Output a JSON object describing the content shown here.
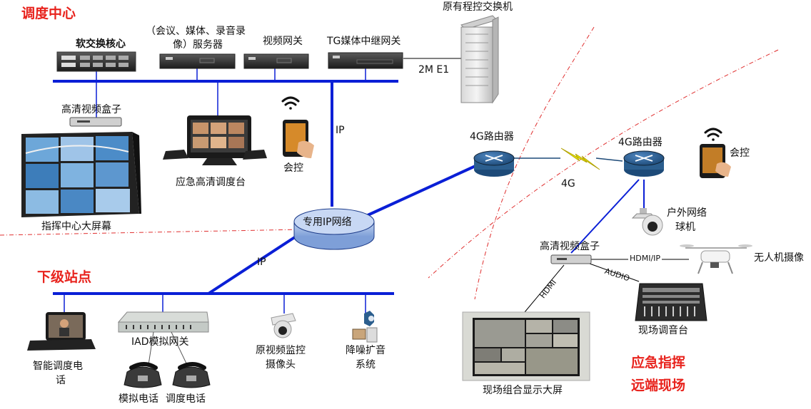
{
  "sections": {
    "dispatch_center": "调度中心",
    "substation": "下级站点",
    "remote_site_line1": "应急指挥",
    "remote_site_line2": "远端现场"
  },
  "labels": {
    "softswitch": "软交换核心",
    "media_server_line1": "（会议、媒体、录音录",
    "media_server_line2": "像）服务器",
    "video_gateway": "视频网关",
    "tg_gateway": "TG媒体中继网关",
    "pbx": "原有程控交换机",
    "e1": "2M E1",
    "hd_box_center": "高清视频盒子",
    "video_wall": "指挥中心大屏幕",
    "hd_console": "应急高清调度台",
    "tablet_center": "会控",
    "ip_vertical": "IP",
    "ip_network": "专用IP网络",
    "ip_lower": "IP",
    "router_left": "4G路由器",
    "router_right": "4G路由器",
    "link_4g": "4G",
    "tablet_remote": "会控",
    "ptz_line1": "户外网络",
    "ptz_line2": "球机",
    "hd_box_remote": "高清视频盒子",
    "hdmi_ip": "HDMI/IP",
    "audio": "AUDIO",
    "drone": "无人机摄像",
    "hdmi": "HDMI",
    "mixer": "现场调音台",
    "site_screen": "现场组合显示大屏",
    "smart_phone_line1": "智能调度电",
    "smart_phone_line2": "话",
    "iad": "IAD模拟网关",
    "analog_phone": "模拟电话",
    "dispatch_phone": "调度电话",
    "legacy_camera_line1": "原视频监控",
    "legacy_camera_line2": "摄像头",
    "pa_line1": "降噪扩音",
    "pa_line2": "系统"
  },
  "colors": {
    "bus": "#0a1fd6",
    "title_red": "#e8231d",
    "router": "#2b5e8e",
    "boundary": "#e03030",
    "lightning": "#e8e800"
  },
  "icons": [
    "server-icon",
    "router-icon",
    "tablet-icon",
    "wifi-icon",
    "video-wall-icon",
    "monitor-icon",
    "phone-icon",
    "camera-icon",
    "drone-icon",
    "mixer-icon",
    "speaker-icon",
    "cabinet-icon"
  ]
}
